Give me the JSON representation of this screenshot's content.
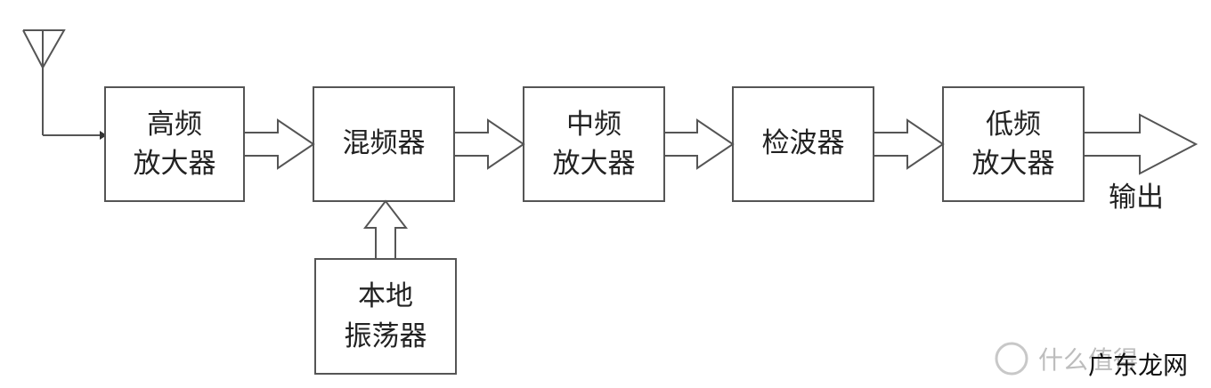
{
  "blocks": {
    "rf_amp": {
      "line1": "高频",
      "line2": "放大器"
    },
    "mixer": {
      "line1": "混频器"
    },
    "if_amp": {
      "line1": "中频",
      "line2": "放大器"
    },
    "detector": {
      "line1": "检波器"
    },
    "lf_amp": {
      "line1": "低频",
      "line2": "放大器"
    },
    "local_osc": {
      "line1": "本地",
      "line2": "振荡器"
    }
  },
  "output_label": "输出",
  "watermark": {
    "muted": "什么值得",
    "bold": "广东龙网"
  }
}
